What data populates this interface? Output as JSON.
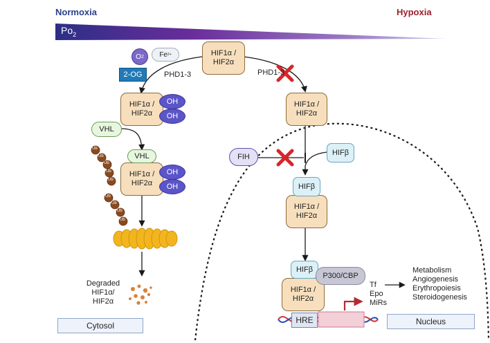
{
  "header": {
    "left": "Normoxia",
    "right": "Hypoxia",
    "gradient_label": "Po",
    "gradient_sub": "2"
  },
  "colors": {
    "normoxia": "#2b3f8c",
    "hypoxia": "#9c1f2a",
    "hif_fill": "#f7dfbd",
    "oh_fill": "#5b55c8",
    "inhibit_x": "#d6262b"
  },
  "cofactors": {
    "o2": "O",
    "o2_sub": "2",
    "fe": "Fe",
    "fe_sup": "2+",
    "og": "2-OG"
  },
  "hif": "HIF1α /\nHIF2α",
  "phd_left": "PHD1-3",
  "phd_right": "PHD1-3",
  "oh": "OH",
  "vhl": "VHL",
  "ub": "Ub",
  "degraded": "Degraded\nHIF1α/\nHIF2α",
  "fih": "FIH",
  "hifb": "HIFβ",
  "p300": "P300/CBP",
  "hre": "HRE",
  "targets": "Tf\nEpo\nMiRs",
  "outcomes": "Metabolism\nAngiogenesis\nErythropoiesis\nSteroidogenesis",
  "cytosol": "Cytosol",
  "nucleus": "Nucleus"
}
